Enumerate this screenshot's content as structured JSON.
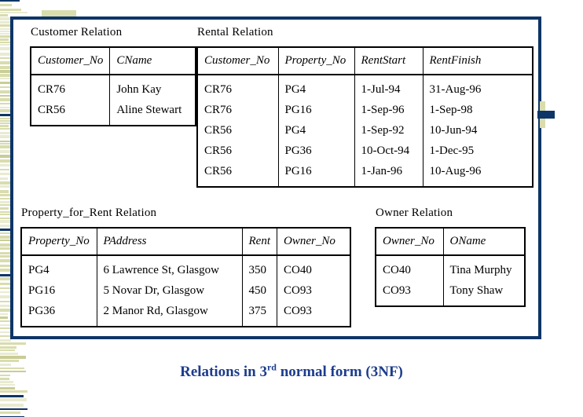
{
  "slide": {
    "caption": {
      "prefix": "Relations in 3",
      "superscript": "rd",
      "suffix": " normal form (3NF)"
    },
    "colors": {
      "frame_navy": "#0e3567",
      "caption_blue": "#1c3c8c",
      "stripe_pale": "#d9dcad",
      "stripe_light": "#e9ebd2",
      "stripe_olive": "#c9cd96",
      "table_border": "#000000"
    }
  },
  "tables": {
    "customer": {
      "title": "Customer Relation",
      "headers": [
        "Customer_No",
        "CName"
      ],
      "rows": [
        [
          "CR76",
          "John Kay"
        ],
        [
          "CR56",
          "Aline Stewart"
        ]
      ]
    },
    "rental": {
      "title": "Rental Relation",
      "headers": [
        "Customer_No",
        "Property_No",
        "RentStart",
        "RentFinish"
      ],
      "rows": [
        [
          "CR76",
          "PG4",
          "1-Jul-94",
          "31-Aug-96"
        ],
        [
          "CR76",
          "PG16",
          "1-Sep-96",
          "1-Sep-98"
        ],
        [
          "CR56",
          "PG4",
          "1-Sep-92",
          "10-Jun-94"
        ],
        [
          "CR56",
          "PG36",
          "10-Oct-94",
          "1-Dec-95"
        ],
        [
          "CR56",
          "PG16",
          "1-Jan-96",
          "10-Aug-96"
        ]
      ]
    },
    "property": {
      "title": "Property_for_Rent Relation",
      "headers": [
        "Property_No",
        "PAddress",
        "Rent",
        "Owner_No"
      ],
      "rows": [
        [
          "PG4",
          "6 Lawrence St, Glasgow",
          "350",
          "CO40"
        ],
        [
          "PG16",
          "5 Novar Dr, Glasgow",
          "450",
          "CO93"
        ],
        [
          "PG36",
          "2 Manor Rd, Glasgow",
          "375",
          "CO93"
        ]
      ]
    },
    "owner": {
      "title": "Owner Relation",
      "headers": [
        "Owner_No",
        "OName"
      ],
      "rows": [
        [
          "CO40",
          "Tina Murphy"
        ],
        [
          "CO93",
          "Tony Shaw"
        ]
      ]
    }
  }
}
